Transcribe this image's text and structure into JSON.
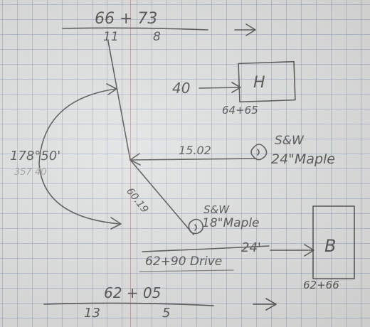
{
  "notes": {
    "station_top": "66 + 73",
    "top_left_count": "11",
    "top_right_count": "8",
    "house_label": "H",
    "house_offset": "40",
    "house_station": "64+65",
    "angle": "178°50'",
    "angle_faint": "357 40",
    "distance_1502": "15.02",
    "tree1_line1": "S&W",
    "tree1_line2": "24\"Maple",
    "distance_6019": "60.19",
    "tree2_line1": "S&W",
    "tree2_line2": "18\"Maple",
    "b_offset": "24'",
    "building_b_label": "B",
    "building_b_station": "62+66",
    "drive_label": "62+90 Drive",
    "station_bottom": "62 + 05",
    "bottom_left_count": "13",
    "bottom_right_count": "5"
  },
  "colors": {
    "pencil": "#4a4a4a",
    "grid": "#5f78aa",
    "margin_red": "#dc505a",
    "paper": "#dfe2e2"
  }
}
